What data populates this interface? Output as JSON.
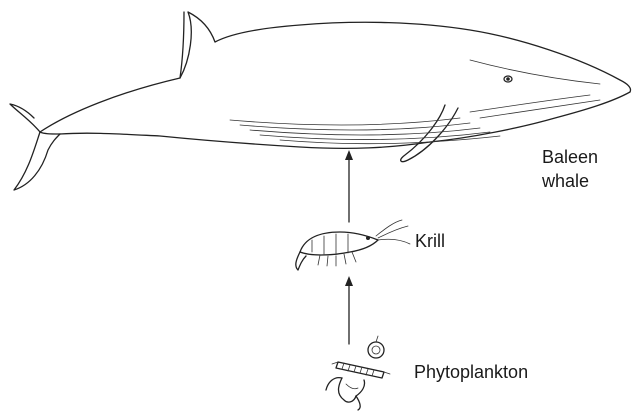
{
  "organisms": [
    {
      "id": "baleen-whale",
      "line1": "Baleen",
      "line2": "whale",
      "icon": "whale-icon"
    },
    {
      "id": "krill",
      "label": "Krill",
      "icon": "krill-icon"
    },
    {
      "id": "phytoplankton",
      "label": "Phytoplankton",
      "icon": "phytoplankton-icon"
    }
  ],
  "colors": {
    "ink": "#222222",
    "background": "#ffffff",
    "text": "#1a1a1a"
  }
}
